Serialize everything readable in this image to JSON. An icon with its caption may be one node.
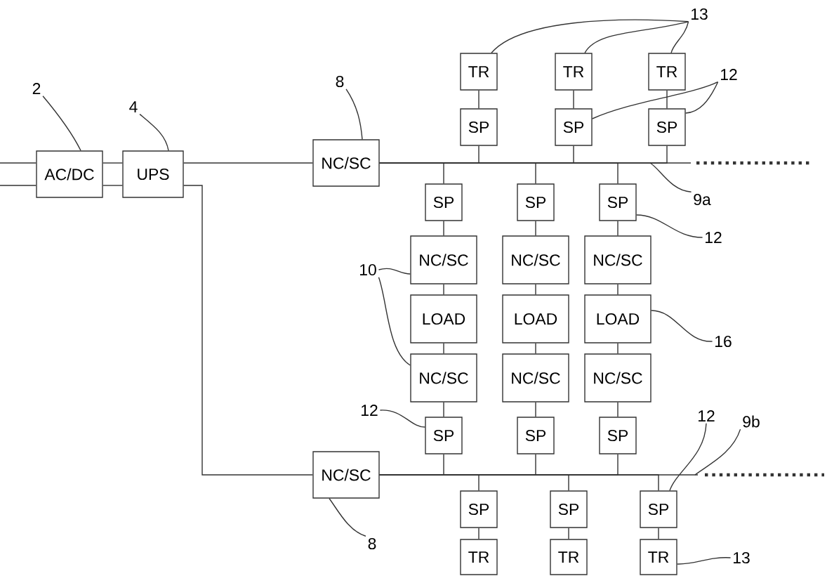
{
  "diagram": {
    "nodes": [
      {
        "text": [
          "AC/DC"
        ]
      },
      {
        "text": [
          "UPS"
        ]
      },
      {
        "text": [
          "NC/SC"
        ]
      },
      {
        "text": [
          "TR"
        ]
      },
      {
        "text": [
          "TR"
        ]
      },
      {
        "text": [
          "TR"
        ]
      },
      {
        "text": [
          "SP"
        ]
      },
      {
        "text": [
          "SP"
        ]
      },
      {
        "text": [
          "SP"
        ]
      },
      {
        "text": [
          "SP"
        ]
      },
      {
        "text": [
          "SP"
        ]
      },
      {
        "text": [
          "SP"
        ]
      },
      {
        "text": [
          "NC/SC"
        ]
      },
      {
        "text": [
          "NC/SC"
        ]
      },
      {
        "text": [
          "NC/SC"
        ]
      },
      {
        "text": [
          "LOAD"
        ]
      },
      {
        "text": [
          "LOAD"
        ]
      },
      {
        "text": [
          "LOAD"
        ]
      },
      {
        "text": [
          "NC/SC"
        ]
      },
      {
        "text": [
          "NC/SC"
        ]
      },
      {
        "text": [
          "NC/SC"
        ]
      },
      {
        "text": [
          "SP"
        ]
      },
      {
        "text": [
          "SP"
        ]
      },
      {
        "text": [
          "SP"
        ]
      },
      {
        "text": [
          "NC/SC"
        ]
      },
      {
        "text": [
          "SP"
        ]
      },
      {
        "text": [
          "SP"
        ]
      },
      {
        "text": [
          "SP"
        ]
      },
      {
        "text": [
          "TR"
        ]
      },
      {
        "text": [
          "TR"
        ]
      },
      {
        "text": [
          "TR"
        ]
      },
      {
        "text": [
          "2"
        ]
      },
      {
        "text": [
          "4"
        ]
      },
      {
        "text": [
          "8"
        ]
      },
      {
        "text": [
          "13"
        ]
      },
      {
        "text": [
          "12"
        ]
      },
      {
        "text": [
          "9a"
        ]
      },
      {
        "text": [
          "12"
        ]
      },
      {
        "text": [
          "10"
        ]
      },
      {
        "text": [
          "16"
        ]
      },
      {
        "text": [
          "12"
        ]
      },
      {
        "text": [
          "12"
        ]
      },
      {
        "text": [
          "9b"
        ]
      },
      {
        "text": [
          "8"
        ]
      },
      {
        "text": [
          "13"
        ]
      }
    ],
    "edges": [
      {
        "from": null,
        "to": 0,
        "arrow": "none"
      },
      {
        "from": null,
        "to": 0,
        "arrow": "none"
      },
      {
        "from": 0,
        "to": 1,
        "arrow": "none"
      },
      {
        "from": 0,
        "to": 1,
        "arrow": "none"
      },
      {
        "from": 1,
        "to": 2,
        "arrow": "none"
      },
      {
        "from": 1,
        "to": 24,
        "arrow": "none"
      },
      {
        "from": 2,
        "to": 6,
        "arrow": "none"
      },
      {
        "from": 2,
        "to": 7,
        "arrow": "none"
      },
      {
        "from": 2,
        "to": 8,
        "arrow": "none"
      },
      {
        "from": 2,
        "to": 9,
        "arrow": "none"
      },
      {
        "from": 2,
        "to": 10,
        "arrow": "none"
      },
      {
        "from": 2,
        "to": 11,
        "arrow": "none"
      },
      {
        "from": 2,
        "to": null,
        "arrow": "none"
      },
      {
        "from": 3,
        "to": 6,
        "arrow": "none"
      },
      {
        "from": 4,
        "to": 7,
        "arrow": "none"
      },
      {
        "from": 5,
        "to": 8,
        "arrow": "none"
      },
      {
        "from": 9,
        "to": 12,
        "arrow": "none"
      },
      {
        "from": 10,
        "to": 13,
        "arrow": "none"
      },
      {
        "from": 11,
        "to": 14,
        "arrow": "none"
      },
      {
        "from": 12,
        "to": 15,
        "arrow": "none"
      },
      {
        "from": 13,
        "to": 16,
        "arrow": "none"
      },
      {
        "from": 14,
        "to": 17,
        "arrow": "none"
      },
      {
        "from": 15,
        "to": 18,
        "arrow": "none"
      },
      {
        "from": 16,
        "to": 19,
        "arrow": "none"
      },
      {
        "from": 17,
        "to": 20,
        "arrow": "none"
      },
      {
        "from": 18,
        "to": 21,
        "arrow": "none"
      },
      {
        "from": 19,
        "to": 22,
        "arrow": "none"
      },
      {
        "from": 20,
        "to": 23,
        "arrow": "none"
      },
      {
        "from": 24,
        "to": 21,
        "arrow": "none"
      },
      {
        "from": 24,
        "to": 22,
        "arrow": "none"
      },
      {
        "from": 24,
        "to": 23,
        "arrow": "none"
      },
      {
        "from": 24,
        "to": 25,
        "arrow": "none"
      },
      {
        "from": 24,
        "to": 26,
        "arrow": "none"
      },
      {
        "from": 24,
        "to": 27,
        "arrow": "none"
      },
      {
        "from": 24,
        "to": null,
        "arrow": "none"
      },
      {
        "from": 25,
        "to": 28,
        "arrow": "none"
      },
      {
        "from": 26,
        "to": 29,
        "arrow": "none"
      },
      {
        "from": 27,
        "to": 30,
        "arrow": "none"
      },
      {
        "from": 31,
        "to": 0,
        "arrow": "none"
      },
      {
        "from": 32,
        "to": 1,
        "arrow": "none"
      },
      {
        "from": 33,
        "to": 2,
        "arrow": "none"
      },
      {
        "from": 34,
        "to": 3,
        "arrow": "none"
      },
      {
        "from": 34,
        "to": 4,
        "arrow": "none"
      },
      {
        "from": 34,
        "to": 5,
        "arrow": "none"
      },
      {
        "from": 35,
        "to": 7,
        "arrow": "none"
      },
      {
        "from": 35,
        "to": 8,
        "arrow": "none"
      },
      {
        "from": 36,
        "to": null,
        "arrow": "none"
      },
      {
        "from": 37,
        "to": 11,
        "arrow": "none"
      },
      {
        "from": 38,
        "to": 12,
        "arrow": "none"
      },
      {
        "from": 38,
        "to": 18,
        "arrow": "none"
      },
      {
        "from": 39,
        "to": 17,
        "arrow": "none"
      },
      {
        "from": 40,
        "to": 21,
        "arrow": "none"
      },
      {
        "from": 41,
        "to": 27,
        "arrow": "none"
      },
      {
        "from": 42,
        "to": null,
        "arrow": "none"
      },
      {
        "from": 43,
        "to": 24,
        "arrow": "none"
      },
      {
        "from": 44,
        "to": 30,
        "arrow": "none"
      }
    ]
  }
}
